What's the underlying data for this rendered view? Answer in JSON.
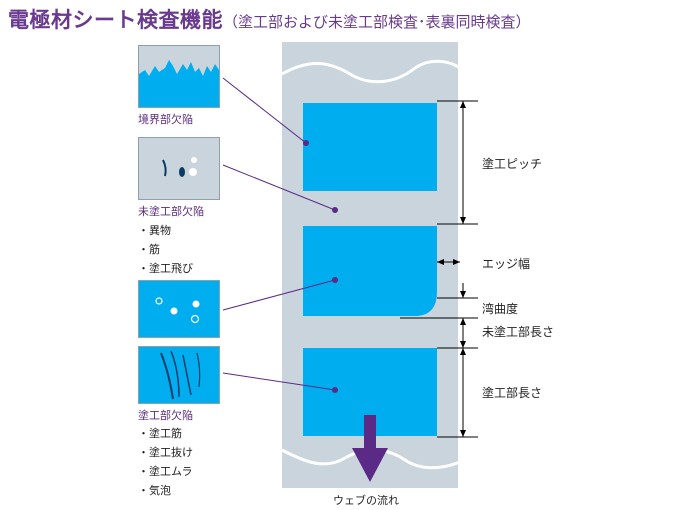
{
  "title": {
    "main": "電極材シート検査機能",
    "sub": "（塗工部および未塗工部検査･表裏同時検査）"
  },
  "defects": {
    "boundary": {
      "label": "境界部欠陥"
    },
    "uncoated": {
      "label": "未塗工部欠陥",
      "items": [
        "・異物",
        "・筋",
        "・塗工飛び"
      ]
    },
    "coated": {
      "label": "塗工部欠陥",
      "items": [
        "・塗工筋",
        "・塗工抜け",
        "・塗工ムラ",
        "・気泡"
      ]
    }
  },
  "measurements": {
    "pitch": "塗工ピッチ",
    "edge_width": "エッジ幅",
    "curvature": "湾曲度",
    "uncoated_length": "未塗工部長さ",
    "coated_length": "塗工部長さ"
  },
  "flow": {
    "label": "ウェブの流れ"
  },
  "colors": {
    "accent": "#6a3a8e",
    "web": "#c9d4dd",
    "coating": "#00aeef",
    "arrow": "#5b2a86"
  }
}
